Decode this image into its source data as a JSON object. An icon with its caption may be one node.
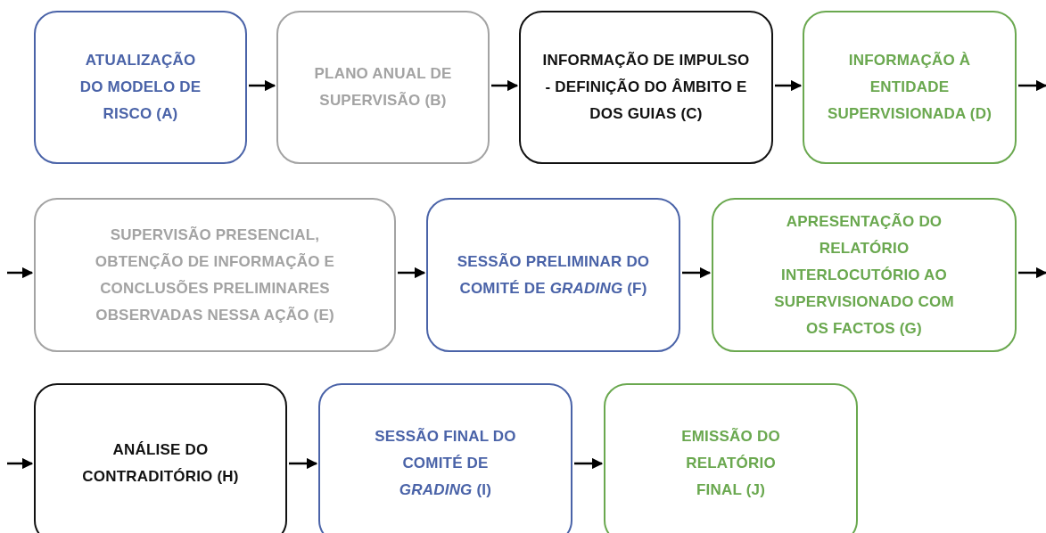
{
  "diagram": {
    "nodes": [
      {
        "text": [
          "ATUALIZAÇÃO DO MODELO DE RISCO (A)"
        ]
      },
      {
        "text": [
          "PLANO ANUAL DE SUPERVISÃO (B)"
        ]
      },
      {
        "text": [
          "INFORMAÇÃO DE IMPULSO - DEFINIÇÃO DO ÂMBITO E DOS GUIAS (C)"
        ]
      },
      {
        "text": [
          "INFORMAÇÃO À ENTIDADE SUPERVISIONADA (D)"
        ]
      },
      {
        "text": [
          "SUPERVISÃO PRESENCIAL, OBTENÇÃO DE INFORMAÇÃO E CONCLUSÕES PRELIMINARES OBSERVADAS NESSA AÇÃO (E)"
        ]
      },
      {
        "text": [
          "SESSÃO PRELIMINAR DO COMITÉ DE *GRADING* (F)"
        ]
      },
      {
        "text": [
          "APRESENTAÇÃO DO RELATÓRIO INTERLOCUTÓRIO AO SUPERVISIONADO COM OS FACTOS (G)"
        ]
      },
      {
        "text": [
          "ANÁLISE DO CONTRADITÓRIO (H)"
        ]
      },
      {
        "text": [
          "SESSÃO FINAL DO COMITÉ DE *GRADING* (I)"
        ]
      },
      {
        "text": [
          "EMISSÃO DO RELATÓRIO FINAL (J)"
        ]
      }
    ],
    "edges": [
      {
        "from": 0,
        "to": 1,
        "arrow": "to"
      },
      {
        "from": 1,
        "to": 2,
        "arrow": "to"
      },
      {
        "from": 2,
        "to": 3,
        "arrow": "to"
      },
      {
        "from": 3,
        "to": null,
        "arrow": "to"
      },
      {
        "from": null,
        "to": 4,
        "arrow": "to"
      },
      {
        "from": 4,
        "to": 5,
        "arrow": "to"
      },
      {
        "from": 5,
        "to": 6,
        "arrow": "to"
      },
      {
        "from": 6,
        "to": null,
        "arrow": "to"
      },
      {
        "from": null,
        "to": 7,
        "arrow": "to"
      },
      {
        "from": 7,
        "to": 8,
        "arrow": "to"
      },
      {
        "from": 8,
        "to": 9,
        "arrow": "to"
      }
    ]
  }
}
